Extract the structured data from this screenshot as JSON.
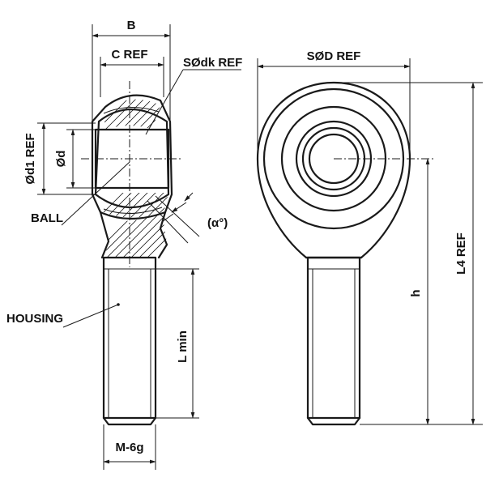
{
  "labels": {
    "b": "B",
    "c_ref": "C REF",
    "sodk_ref": "SØdk REF",
    "sod_ref": "SØD REF",
    "od1_ref": "Ød1 REF",
    "od": "Ød",
    "ball": "BALL",
    "alpha": "(α°)",
    "housing": "HOUSING",
    "l_min": "L min",
    "m_6g": "M-6g",
    "h": "h",
    "l4_ref": "L4 REF"
  },
  "colors": {
    "line": "#1a1a1a",
    "background": "#ffffff"
  }
}
